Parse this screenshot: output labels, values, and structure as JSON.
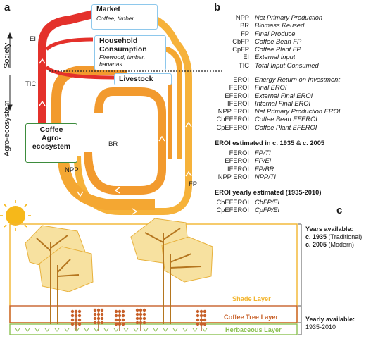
{
  "panel_a": {
    "label": "a",
    "society_label": "Society",
    "agro_label": "Agro-ecosystem",
    "flows": {
      "ei": "EI",
      "tic": "TIC",
      "br": "BR",
      "npp": "NPP",
      "fp": "FP"
    },
    "market": {
      "title": "Market",
      "detail": "Coffee, timber..."
    },
    "household": {
      "title_line1": "Household",
      "title_line2": "Consumption",
      "detail_line1": "Firewood, timber,",
      "detail_line2": "bananas..."
    },
    "livestock": {
      "title": "Livestock"
    },
    "coffee_box": {
      "line1": "Coffee",
      "line2": "Agro-",
      "line3": "ecosystem"
    },
    "colors": {
      "red": "#e4312b",
      "orange": "#f29a2e",
      "amber": "#f6b23a",
      "box_border": "#8ec8ec",
      "coffee_border": "#3d8c3d"
    }
  },
  "panel_b": {
    "label": "b",
    "group1": [
      {
        "abbr": "NPP",
        "desc": "Net Primary Production"
      },
      {
        "abbr": "BR",
        "desc": "Biomass Reused"
      },
      {
        "abbr": "FP",
        "desc": "Final Produce"
      },
      {
        "abbr": "CbFP",
        "desc": "Coffee Bean FP"
      },
      {
        "abbr": "CpFP",
        "desc": "Coffee Plant FP"
      },
      {
        "abbr": "EI",
        "desc": "External Input"
      },
      {
        "abbr": "TIC",
        "desc": "Total Input Consumed"
      }
    ],
    "group2": [
      {
        "abbr": "EROI",
        "desc": "Energy Return on Investment"
      },
      {
        "abbr": "FEROI",
        "desc": "Final EROI"
      },
      {
        "abbr": "EFEROI",
        "desc": "External Final EROI"
      },
      {
        "abbr": "IFEROI",
        "desc": "Internal Final EROI"
      },
      {
        "abbr": "NPP EROI",
        "desc": "Net Primary Production EROI"
      },
      {
        "abbr": "CbEFEROI",
        "desc": "Coffee Bean EFEROI"
      },
      {
        "abbr": "CpEFEROI",
        "desc": "Coffee Plant EFEROI"
      }
    ],
    "header3": "EROI estimated in c. 1935 & c. 2005",
    "group3": [
      {
        "abbr": "FEROI",
        "desc": "FP/TI"
      },
      {
        "abbr": "EFEROI",
        "desc": "FP/EI"
      },
      {
        "abbr": "IFEROI",
        "desc": "FP/BR"
      },
      {
        "abbr": "NPP EROI",
        "desc": "NPP/TI"
      }
    ],
    "header4": "EROI yearly estimated (1935-2010)",
    "group4": [
      {
        "abbr": "CbEFEROI",
        "desc": "CbFP/EI"
      },
      {
        "abbr": "CpEFEROI",
        "desc": "CpFP/EI"
      }
    ]
  },
  "panel_c": {
    "label": "c",
    "years_title": "Years available:",
    "year1": "c. 1935",
    "year1_note": "(Traditional)",
    "year2": "c. 2005",
    "year2_note": "(Modern)",
    "yearly_title": "Yearly available:",
    "yearly_range": "1935-2010",
    "shade_layer": "Shade Layer",
    "coffee_layer": "Coffee Tree Layer",
    "herb_layer": "Herbaceous Layer",
    "colors": {
      "shade": "#f3b52e",
      "coffee": "#c8612a",
      "herb": "#8cc152",
      "canopy": "#f7e1a0",
      "trunk": "#b5761f",
      "sun": "#f6b81a"
    }
  }
}
